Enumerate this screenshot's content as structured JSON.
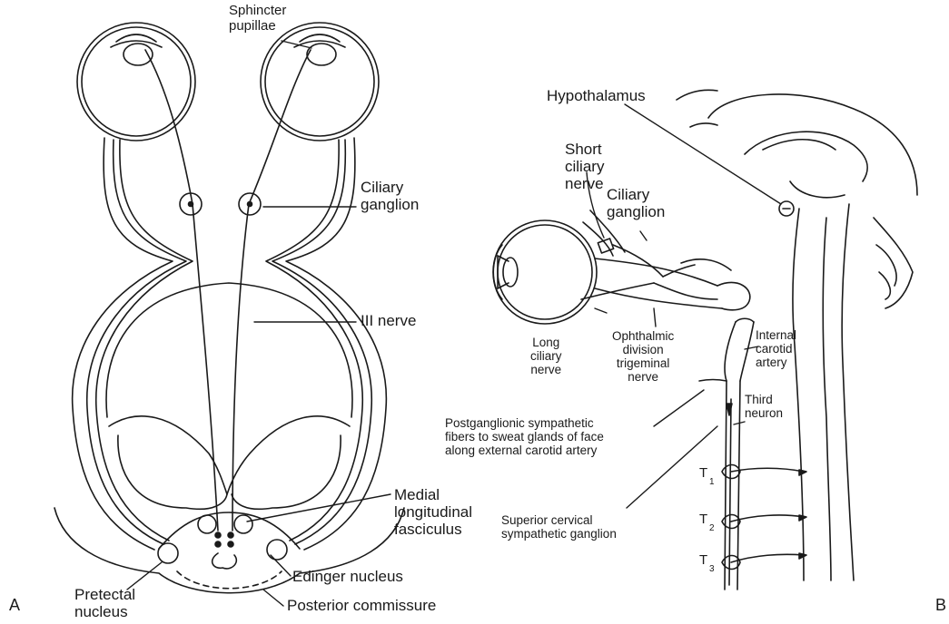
{
  "panels": {
    "left": "A",
    "right": "B"
  },
  "left_labels": {
    "sphincter": "Sphincter\npupillae",
    "ciliary_ganglion": "Ciliary\nganglion",
    "third_nerve": "III nerve",
    "mlf": "Medial\nlongitudinal\nfasciculus",
    "edinger": "Edinger nucleus",
    "pretectal": "Pretectal\nnucleus",
    "post_comm": "Posterior commissure"
  },
  "right_labels": {
    "hypothalamus": "Hypothalamus",
    "short_ciliary": "Short\nciliary\nnerve",
    "ciliary_ganglion": "Ciliary\nganglion",
    "long_ciliary": "Long\nciliary\nnerve",
    "ophthalmic": "Ophthalmic\ndivision\ntrigeminal\nnerve",
    "internal_carotid": "Internal\ncarotid\nartery",
    "third_neuron": "Third\nneuron",
    "postganglionic": "Postganglionic sympathetic\nfibers to sweat glands of face\nalong external carotid artery",
    "superior_cervical": "Superior cervical\nsympathetic ganglion",
    "t1": "T",
    "t1_sub": "1",
    "t2": "T",
    "t2_sub": "2",
    "t3": "T",
    "t3_sub": "3"
  },
  "colors": {
    "ink": "#1a1a1a",
    "background": "#ffffff"
  }
}
